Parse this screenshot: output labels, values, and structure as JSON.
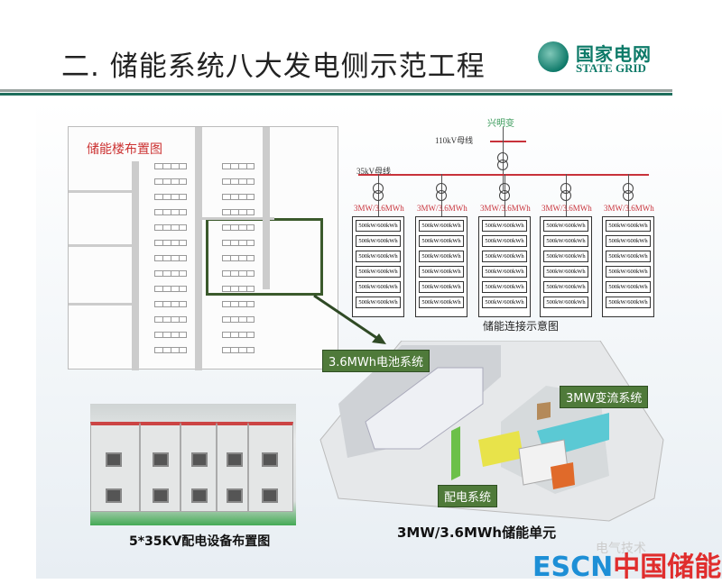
{
  "title": "二. 储能系统八大发电侧示范工程",
  "logo": {
    "cn": "国家电网",
    "en": "STATE GRID"
  },
  "floor_plan": {
    "label": "储能楼布置图"
  },
  "single_line": {
    "substation": "兴明变",
    "bus_110": "110kV母线",
    "bus_35": "35kV母线",
    "units": [
      {
        "label": "3MW/3.6MWh",
        "cells": [
          "500kW/600kWh",
          "500kW/600kWh",
          "500kW/600kWh",
          "500kW/600kWh",
          "500kW/600kWh",
          "500kW/600kWh"
        ]
      },
      {
        "label": "3MW/3.6MWh",
        "cells": [
          "500kW/600kWh",
          "500kW/600kWh",
          "500kW/600kWh",
          "500kW/600kWh",
          "500kW/600kWh",
          "500kW/600kWh"
        ]
      },
      {
        "label": "3MW/3.6MWh",
        "cells": [
          "500kW/600kWh",
          "500kW/600kWh",
          "500kW/600kWh",
          "500kW/600kWh",
          "500kW/600kWh",
          "500kW/600kWh"
        ]
      },
      {
        "label": "3MW/3.6MWh",
        "cells": [
          "500kW/600kWh",
          "500kW/600kWh",
          "500kW/600kWh",
          "500kW/600kWh",
          "500kW/600kWh",
          "500kW/600kWh"
        ]
      },
      {
        "label": "3MW/3.6MWh",
        "cells": [
          "500kW/600kWh",
          "500kW/600kWh",
          "500kW/600kWh",
          "500kW/600kWh",
          "500kW/600kWh",
          "500kW/600kWh"
        ]
      }
    ],
    "caption": "储能连接示意图"
  },
  "render3d": {
    "battery_tag": "3.6MWh电池系统",
    "pcs_tag": "3MW变流系统",
    "dist_tag": "配电系统",
    "caption": "3MW/3.6MWh储能单元"
  },
  "photo": {
    "caption": "5*35KV配电设备布置图"
  },
  "watermark": {
    "latin": "ESCN",
    "cn": "中国储能网",
    "faint": "电气技术"
  }
}
